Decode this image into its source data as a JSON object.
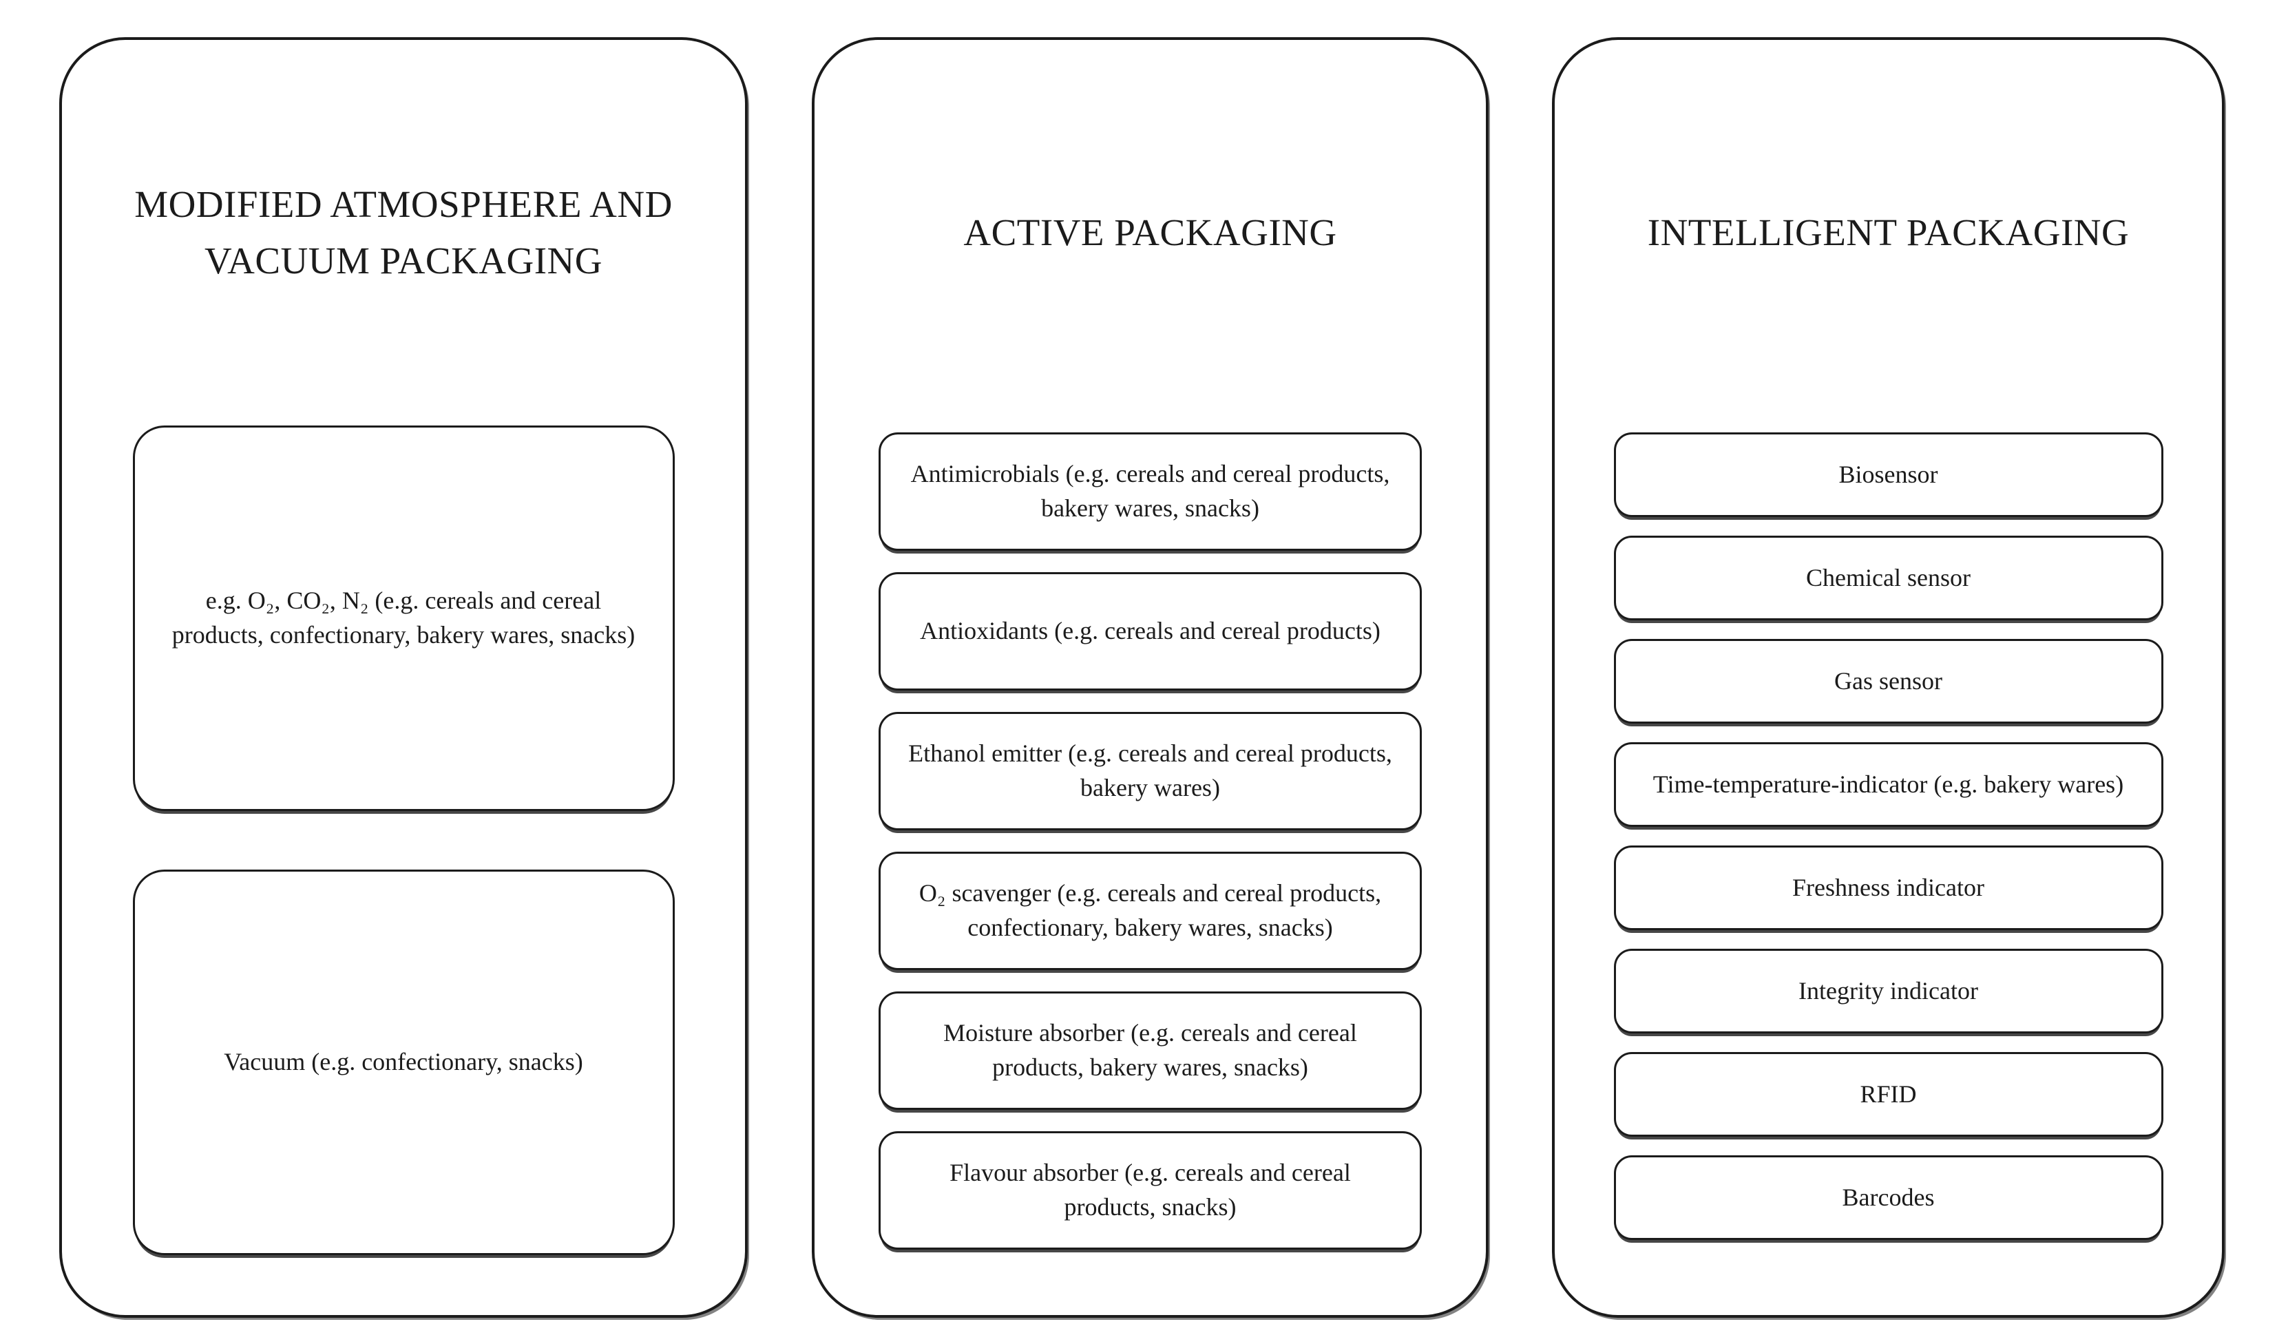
{
  "diagram": {
    "colors": {
      "ink": "#1b1b1b",
      "background": "#ffffff"
    },
    "columns": [
      {
        "title": "MODIFIED ATMOSPHERE AND VACUUM PACKAGING",
        "items": [
          "e.g. O₂, CO₂, N₂ (e.g. cereals and cereal products, confectionary, bakery wares, snacks)",
          "Vacuum (e.g. confectionary, snacks)"
        ]
      },
      {
        "title": "ACTIVE PACKAGING",
        "items": [
          "Antimicrobials (e.g. cereals and cereal products, bakery wares, snacks)",
          "Antioxidants (e.g. cereals and cereal products)",
          "Ethanol emitter (e.g. cereals and cereal products, bakery wares)",
          "O₂ scavenger (e.g. cereals and cereal products, confectionary, bakery wares, snacks)",
          "Moisture absorber (e.g. cereals and cereal products, bakery wares, snacks)",
          "Flavour absorber (e.g. cereals and cereal products, snacks)"
        ]
      },
      {
        "title": "INTELLIGENT PACKAGING",
        "items": [
          "Biosensor",
          "Chemical sensor",
          "Gas sensor",
          "Time-temperature-indicator (e.g. bakery wares)",
          "Freshness indicator",
          "Integrity indicator",
          "RFID",
          "Barcodes"
        ]
      }
    ]
  }
}
